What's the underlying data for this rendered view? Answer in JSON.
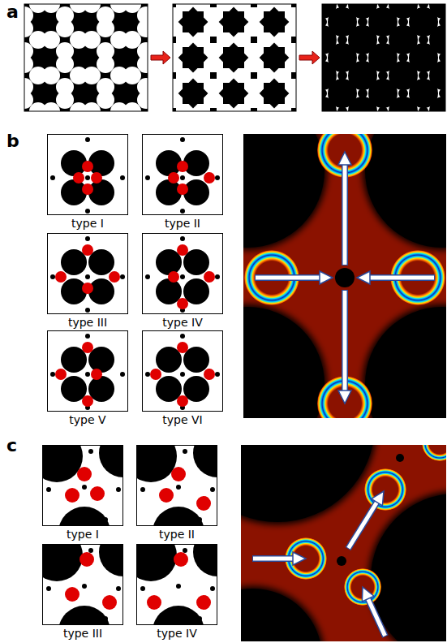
{
  "diagram": {
    "nodes": [
      {
        "text": [
          "type I"
        ]
      },
      {
        "text": [
          "type II"
        ]
      },
      {
        "text": [
          "type III"
        ]
      },
      {
        "text": [
          "type IV"
        ]
      },
      {
        "text": [
          "type V"
        ]
      },
      {
        "text": [
          "type VI"
        ]
      },
      {
        "text": [
          "type I"
        ]
      },
      {
        "text": [
          "type II"
        ]
      },
      {
        "text": [
          "type III"
        ]
      },
      {
        "text": [
          "type IV"
        ]
      }
    ],
    "edges": [],
    "labels": [
      "a",
      "b",
      "c"
    ]
  }
}
